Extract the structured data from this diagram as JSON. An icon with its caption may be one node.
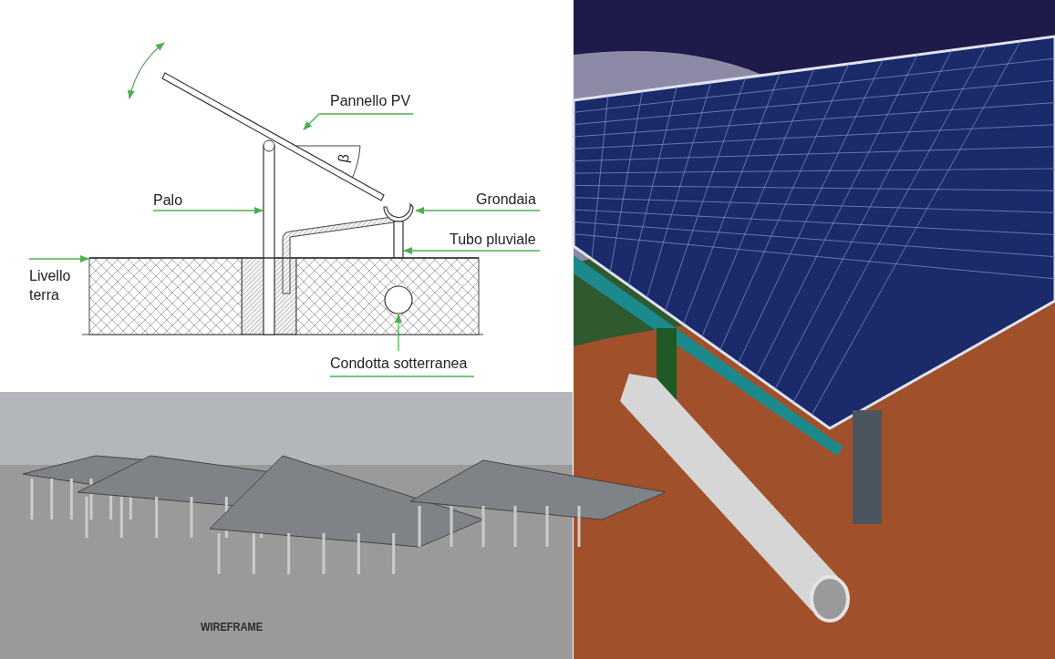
{
  "diagram": {
    "nodes": [
      {
        "text": [
          "Pannello PV"
        ]
      },
      {
        "text": [
          "Palo"
        ]
      },
      {
        "text": [
          "Grondaia"
        ]
      },
      {
        "text": [
          "Tubo pluviale"
        ]
      },
      {
        "text": [
          "Livello terra"
        ]
      },
      {
        "text": [
          "Condotta sotterranea"
        ]
      },
      {
        "text": [],
        "shape": "bar"
      },
      {
        "text": [],
        "shape": "bar"
      },
      {
        "text": [],
        "shape": "arc"
      },
      {
        "text": [],
        "shape": "bar"
      },
      {
        "text": [],
        "shape": "box"
      },
      {
        "text": [],
        "shape": "circle",
        "in": 10
      }
    ],
    "edges": [
      {
        "from": 0,
        "to": 6,
        "arrow": "to"
      },
      {
        "from": 1,
        "to": 7,
        "arrow": "to"
      },
      {
        "from": 2,
        "to": 8,
        "arrow": "to"
      },
      {
        "from": 3,
        "to": 9,
        "arrow": "to"
      },
      {
        "from": 4,
        "to": 10,
        "arrow": "to"
      },
      {
        "from": 5,
        "to": 11,
        "arrow": "to"
      }
    ],
    "labels": [
      "β",
      "WIREFRAME"
    ]
  }
}
